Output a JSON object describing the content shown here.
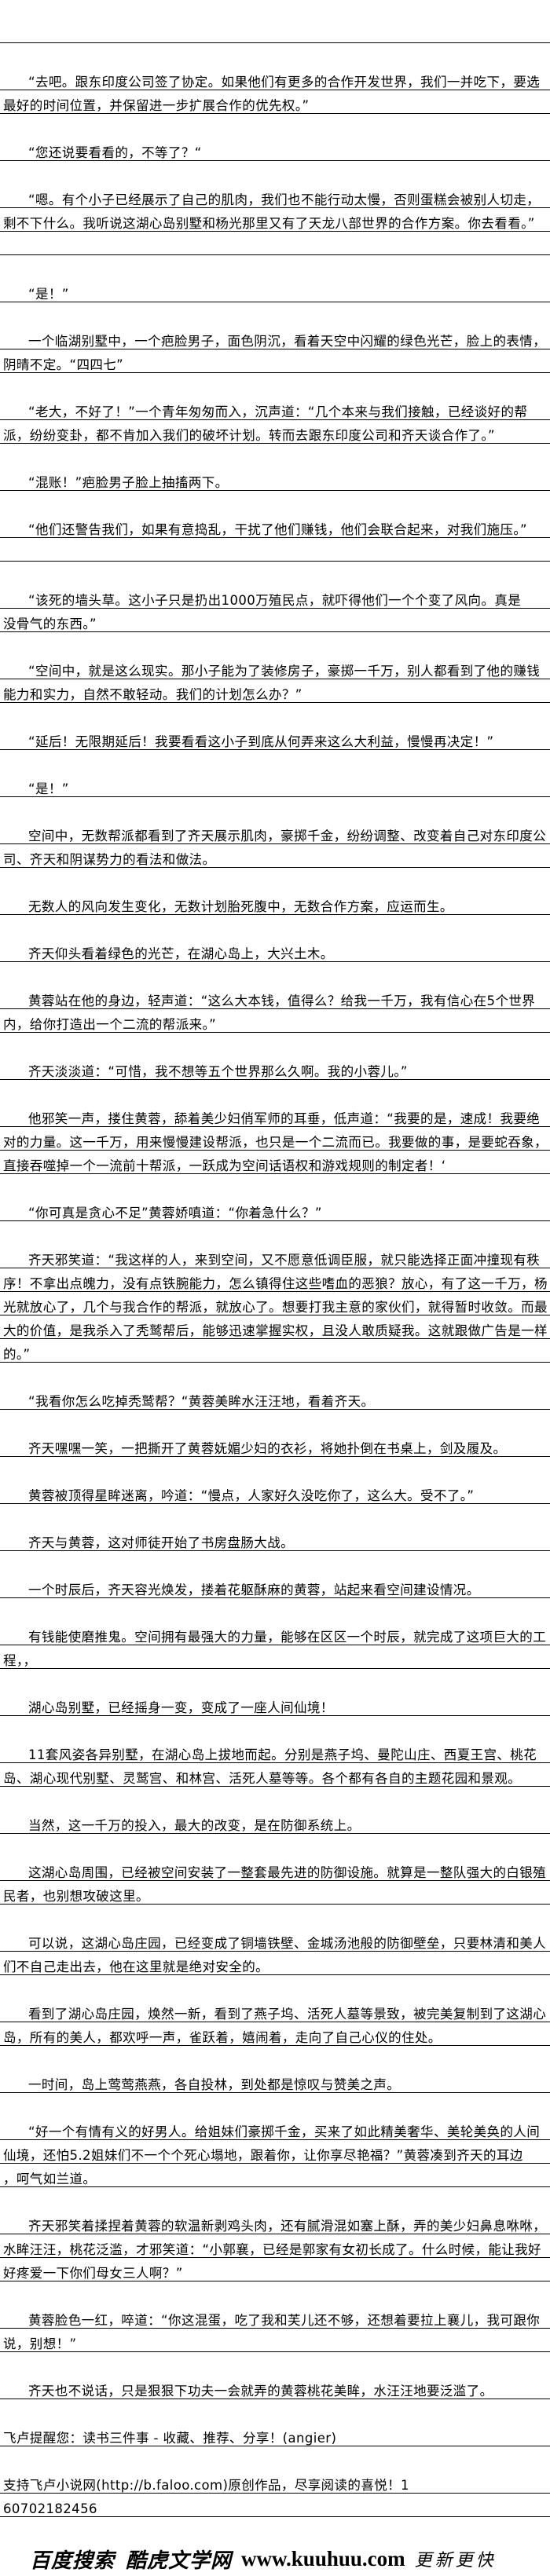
{
  "paragraphs": [
    {
      "indent": true,
      "lines": [
        ""
      ]
    },
    {
      "indent": true,
      "lines": [
        "“去吧。跟东印度公司签了协定。如果他们有更多的合作开发世界，我们一并吃下，要选",
        "最好的时间位置，并保留进一步扩展合作的优先权。”"
      ]
    },
    {
      "indent": true,
      "lines": [
        "“您还说要看看的，不等了？“"
      ]
    },
    {
      "indent": true,
      "lines": [
        "“嗯。有个小子已经展示了自己的肌肉，我们也不能行动太慢，否则蛋糕会被别人切走，",
        "剩不下什么。我听说这湖心岛别墅和杨光那里又有了天龙八部世界的合作方案。你去看看。”",
        ""
      ]
    },
    {
      "indent": true,
      "lines": [
        "“是！”"
      ]
    },
    {
      "indent": true,
      "lines": [
        "一个临湖别墅中，一个疤脸男子，面色阴沉，看着天空中闪耀的绿色光芒，脸上的表情，",
        "阴晴不定。“四四七”"
      ]
    },
    {
      "indent": true,
      "lines": [
        "“老大，不好了！”一个青年匆匆而入，沉声道：“几个本来与我们接触，已经谈好的帮",
        "派，纷纷变卦，都不肯加入我们的破坏计划。转而去跟东印度公司和齐天谈合作了。”"
      ]
    },
    {
      "indent": true,
      "lines": [
        "“混账！”疤脸男子脸上抽搐两下。"
      ]
    },
    {
      "indent": true,
      "lines": [
        "“他们还警告我们，如果有意捣乱，干扰了他们赚钱，他们会联合起来，对我们施压。”",
        ""
      ]
    },
    {
      "indent": true,
      "lines": [
        "“该死的墙头草。这小子只是扔出1000万殖民点，就吓得他们一个个变了风向。真是",
        "没骨气的东西。”"
      ]
    },
    {
      "indent": true,
      "lines": [
        "“空间中，就是这么现实。那小子能为了装修房子，豪掷一千万，别人都看到了他的赚钱",
        "能力和实力，自然不敢轻动。我们的计划怎么办？”"
      ]
    },
    {
      "indent": true,
      "lines": [
        "“延后！无限期延后！我要看看这小子到底从何弄来这么大利益，慢慢再决定！”"
      ]
    },
    {
      "indent": true,
      "lines": [
        "“是！”"
      ]
    },
    {
      "indent": true,
      "lines": [
        "空间中，无数帮派都看到了齐天展示肌肉，豪掷千金，纷纷调整、改变着自己对东印度公",
        "司、齐天和阴谋势力的看法和做法。"
      ]
    },
    {
      "indent": true,
      "lines": [
        "无数人的风向发生变化，无数计划胎死腹中，无数合作方案，应运而生。"
      ]
    },
    {
      "indent": true,
      "lines": [
        "齐天仰头看着绿色的光芒，在湖心岛上，大兴土木。"
      ]
    },
    {
      "indent": true,
      "lines": [
        "黄蓉站在他的身边，轻声道：“这么大本钱，值得么？给我一千万，我有信心在5个世界",
        "内，给你打造出一个二流的帮派来。”"
      ]
    },
    {
      "indent": true,
      "lines": [
        "齐天淡淡道：“可惜，我不想等五个世界那么久啊。我的小蓉儿。”"
      ]
    },
    {
      "indent": true,
      "lines": [
        "他邪笑一声，搂住黄蓉，舔着美少妇俏军师的耳垂，低声道：“我要的是，速成！我要绝",
        "对的力量。这一千万，用来慢慢建设帮派，也只是一个二流而已。我要做的事，是要蛇吞象，",
        "直接吞噬掉一个一流前十帮派，一跃成为空间话语权和游戏规则的制定者！‘"
      ]
    },
    {
      "indent": true,
      "lines": [
        "“你可真是贪心不足”黄蓉娇嗔道：“你着急什么？”"
      ]
    },
    {
      "indent": true,
      "lines": [
        "齐天邪笑道：“我这样的人，来到空间，又不愿意低调臣服，就只能选择正面冲撞现有秩",
        "序！不拿出点魄力，没有点铁腕能力，怎么镇得住这些嗜血的恶狼？放心，有了这一千万，杨",
        "光就放心了，几个与我合作的帮派，就放心了。想要打我主意的家伙们，就得暂时收敛。而最",
        "大的价值，是我杀入了秃鹫帮后，能够迅速掌握实权，且没人敢质疑我。这就跟做广告是一样",
        "的。”"
      ]
    },
    {
      "indent": true,
      "lines": [
        "“我看你怎么吃掉秃鹫帮？“黄蓉美眸水汪汪地，看着齐天。"
      ]
    },
    {
      "indent": true,
      "lines": [
        "齐天嘿嘿一笑，一把撕开了黄蓉妩媚少妇的衣衫，将她扑倒在书桌上，剑及履及。"
      ]
    },
    {
      "indent": true,
      "lines": [
        "黄蓉被顶得星眸迷离，吟道：“慢点，人家好久没吃你了，这么大。受不了。”"
      ]
    },
    {
      "indent": true,
      "lines": [
        "齐天与黄蓉，这对师徒开始了书房盘肠大战。"
      ]
    },
    {
      "indent": true,
      "lines": [
        "一个时辰后，齐天容光焕发，搂着花躯酥麻的黄蓉，站起来看空间建设情况。"
      ]
    },
    {
      "indent": true,
      "lines": [
        "有钱能使磨推鬼。空间拥有最强大的力量，能够在区区一个时辰，就完成了这项巨大的工",
        "程，，"
      ]
    },
    {
      "indent": true,
      "lines": [
        "湖心岛别墅，已经摇身一变，变成了一座人间仙境！"
      ]
    },
    {
      "indent": true,
      "lines": [
        "11套风姿各异别墅，在湖心岛上拔地而起。分别是燕子坞、曼陀山庄、西夏王宫、桃花",
        "岛、湖心现代别墅、灵鹫宫、和林宫、活死人墓等等。各个都有各自的主题花园和景观。"
      ]
    },
    {
      "indent": true,
      "lines": [
        "当然，这一千万的投入，最大的改变，是在防御系统上。"
      ]
    },
    {
      "indent": true,
      "lines": [
        "这湖心岛周围，已经被空间安装了一整套最先进的防御设施。就算是一整队强大的白银殖",
        "民者，也别想攻破这里。"
      ]
    },
    {
      "indent": true,
      "lines": [
        "可以说，这湖心岛庄园，已经变成了铜墙铁壁、金城汤池般的防御壁垒，只要林清和美人",
        "们不自己走出去，他在这里就是绝对安全的。"
      ]
    },
    {
      "indent": true,
      "lines": [
        "看到了湖心岛庄园，焕然一新，看到了燕子坞、活死人墓等景致，被完美复制到了这湖心",
        "岛，所有的美人，都欢呼一声，雀跃着，嬉闹着，走向了自己心仪的住处。"
      ]
    },
    {
      "indent": true,
      "lines": [
        "一时间，岛上莺莺燕燕，各自投林，到处都是惊叹与赞美之声。"
      ]
    },
    {
      "indent": true,
      "lines": [
        "“好一个有情有义的好男人。给姐妹们豪掷千金，买来了如此精美奢华、美轮美奂的人间",
        "仙境，还怕5.2姐妹们不一个个死心塌地，跟着你，让你享尽艳福？”黄蓉凑到齐天的耳边",
        "，呵气如兰道。"
      ]
    },
    {
      "indent": true,
      "lines": [
        "齐天邪笑着揉捏着黄蓉的软温新剥鸡头肉，还有腻滑混如塞上酥，弄的美少妇鼻息咻咻，",
        "水眸汪汪，桃花泛滥，才邪笑道：“小郭襄，已经是郭家有女初长成了。什么时候，能让我好",
        "好疼爱一下你们母女三人啊？”"
      ]
    },
    {
      "indent": true,
      "lines": [
        "黄蓉脸色一红，啐道：“你这混蛋，吃了我和芙儿还不够，还想着要拉上襄儿，我可跟你",
        "说，别想！”"
      ]
    },
    {
      "indent": true,
      "lines": [
        "齐天也不说话，只是狠狠下功夫一会就弄的黄蓉桃花美眸，水汪汪地要泛滥了。"
      ]
    },
    {
      "indent": false,
      "lines": [
        "飞卢提醒您：读书三件事 - 收藏、推荐、分享！(angier)"
      ]
    },
    {
      "indent": false,
      "lines": [
        "支持飞卢小说网(http://b.faloo.com)原创作品，尽享阅读的喜悦！1",
        "60702182456"
      ]
    }
  ],
  "footer_logo": {
    "search_text": "百度搜索",
    "site_name": "酷虎文学网",
    "url": "www.kuuhuu.com",
    "slogan": "更新更快"
  }
}
